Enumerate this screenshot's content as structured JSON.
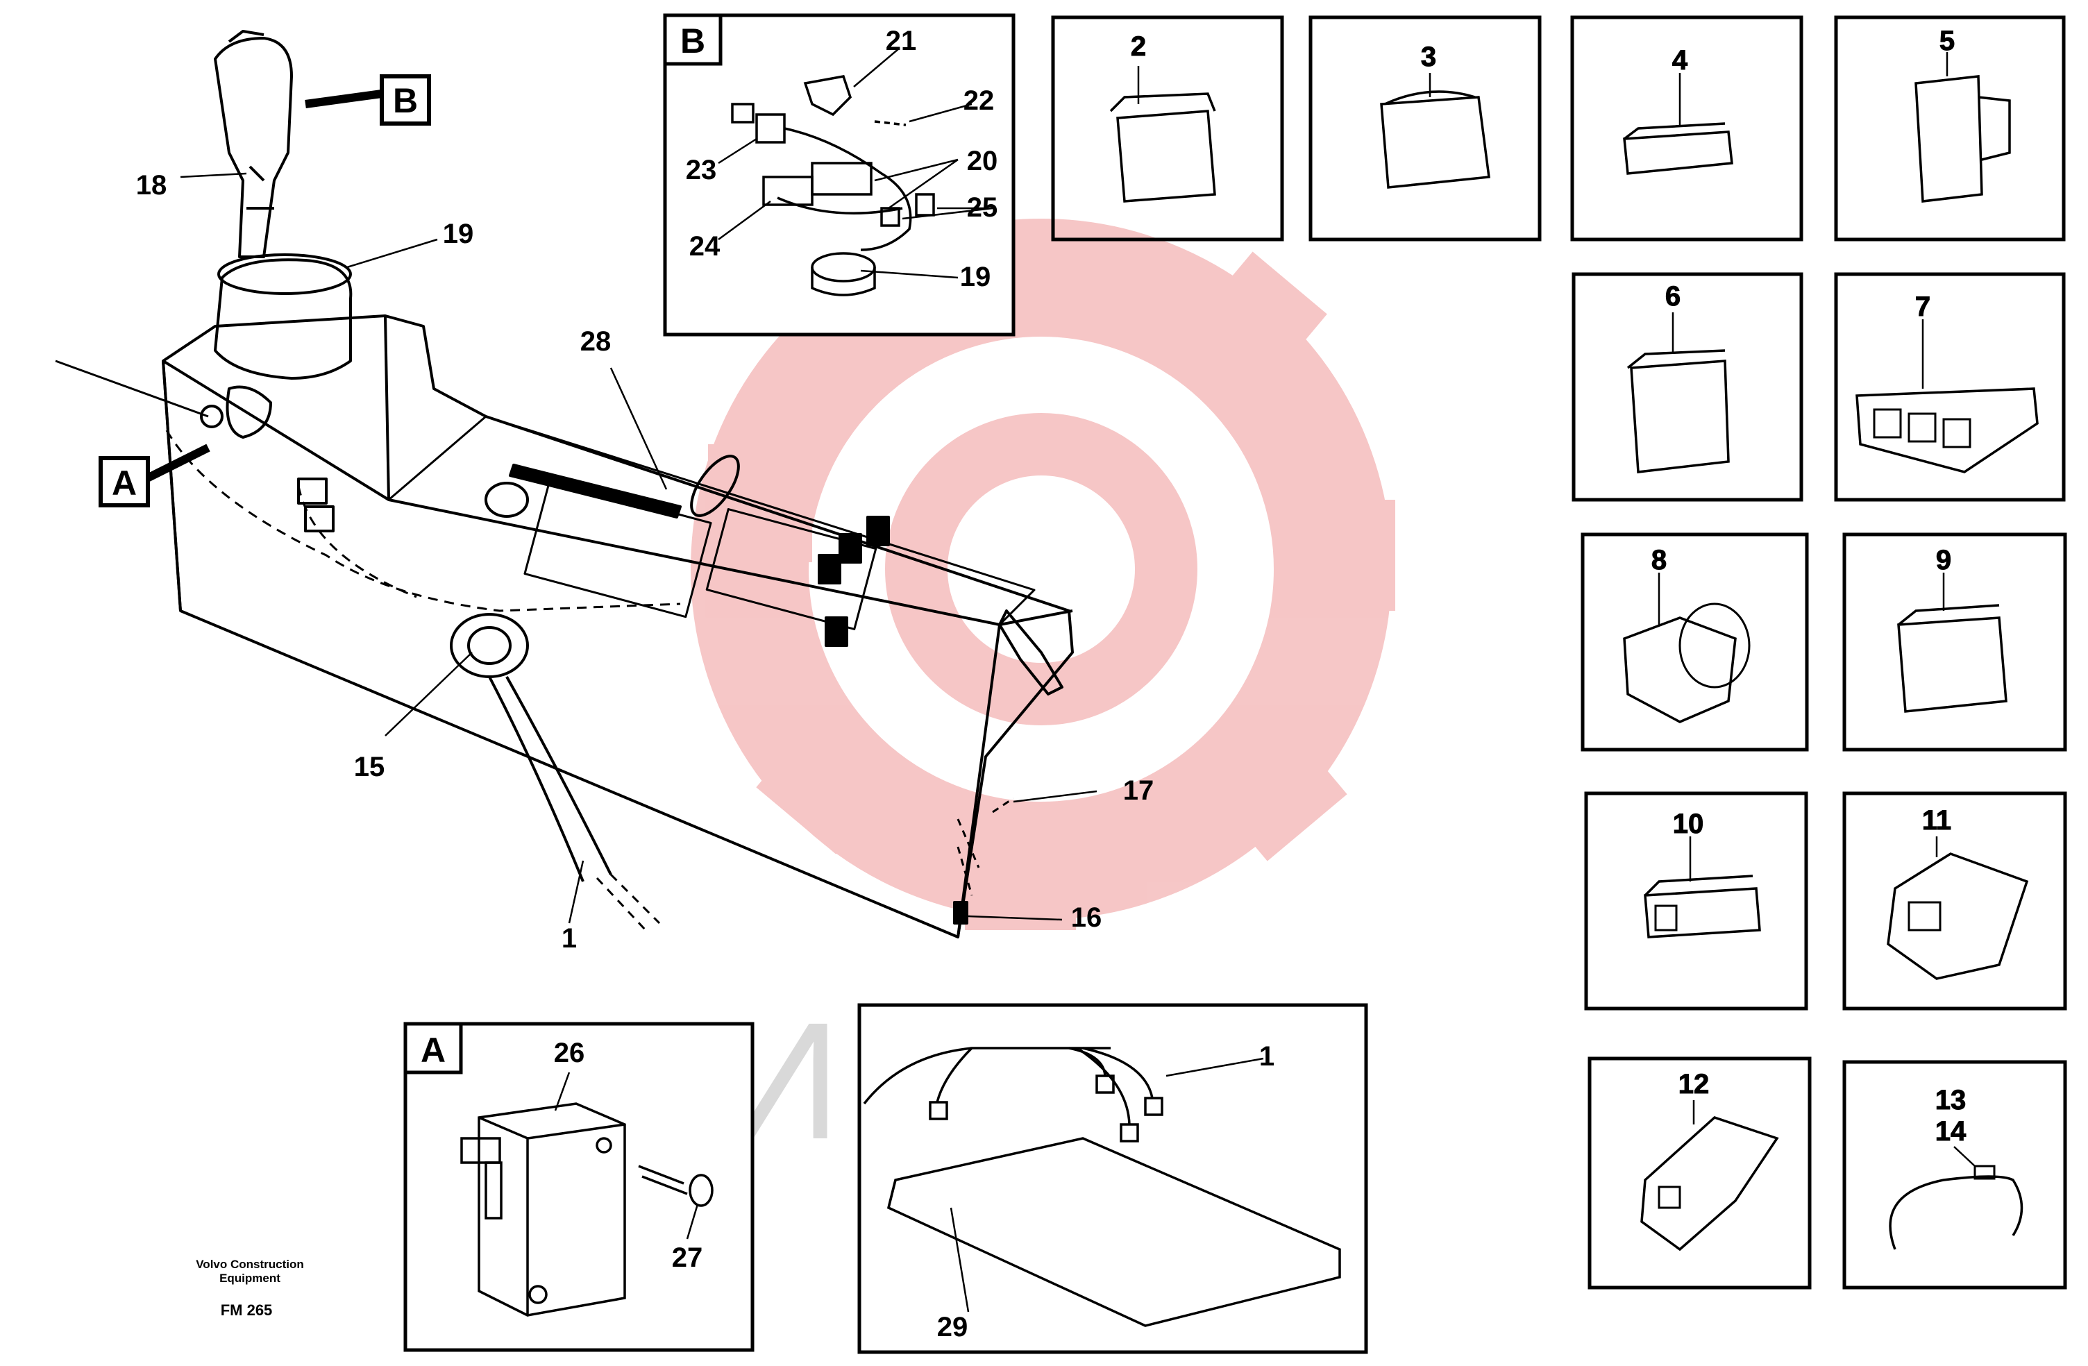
{
  "watermark": {
    "text": "ИНТЕХ",
    "color": "#f3b4b4",
    "text_color": "#d6d6d6"
  },
  "main_view": {
    "callouts": [
      "18",
      "19",
      "28",
      "15",
      "1",
      "17",
      "16"
    ],
    "view_markers": [
      "A",
      "B"
    ]
  },
  "detail_b": {
    "tag": "B",
    "callouts": [
      "21",
      "22",
      "23",
      "20",
      "25",
      "24",
      "19"
    ]
  },
  "detail_a": {
    "tag": "A",
    "callouts": [
      "26",
      "27"
    ]
  },
  "detail_board": {
    "callouts": [
      "1",
      "29"
    ]
  },
  "connectors": [
    {
      "label": "2"
    },
    {
      "label": "3"
    },
    {
      "label": "4"
    },
    {
      "label": "5"
    },
    {
      "label": "6"
    },
    {
      "label": "7"
    },
    {
      "label": "8"
    },
    {
      "label": "9"
    },
    {
      "label": "10"
    },
    {
      "label": "11"
    },
    {
      "label": "12"
    },
    {
      "label": "13",
      "label2": "14"
    }
  ],
  "footer": {
    "company_line1": "Volvo Construction",
    "company_line2": "Equipment",
    "code": "FM 265"
  }
}
